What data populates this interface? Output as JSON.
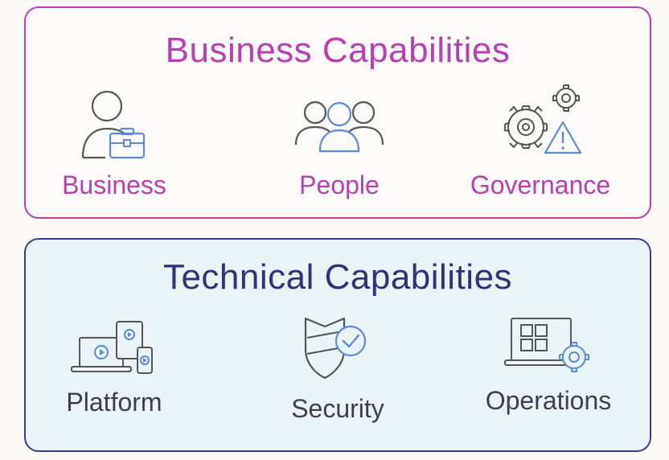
{
  "business": {
    "title": "Business Capabilities",
    "border_color": "#b93fb1",
    "items": [
      {
        "label": "Business",
        "icon": "person-briefcase-icon"
      },
      {
        "label": "People",
        "icon": "people-group-icon"
      },
      {
        "label": "Governance",
        "icon": "gears-warning-icon"
      }
    ]
  },
  "technical": {
    "title": "Technical Capabilities",
    "border_color": "#3f3a8c",
    "items": [
      {
        "label": "Platform",
        "icon": "devices-icon"
      },
      {
        "label": "Security",
        "icon": "shield-check-icon"
      },
      {
        "label": "Operations",
        "icon": "dashboard-gear-icon"
      }
    ]
  }
}
